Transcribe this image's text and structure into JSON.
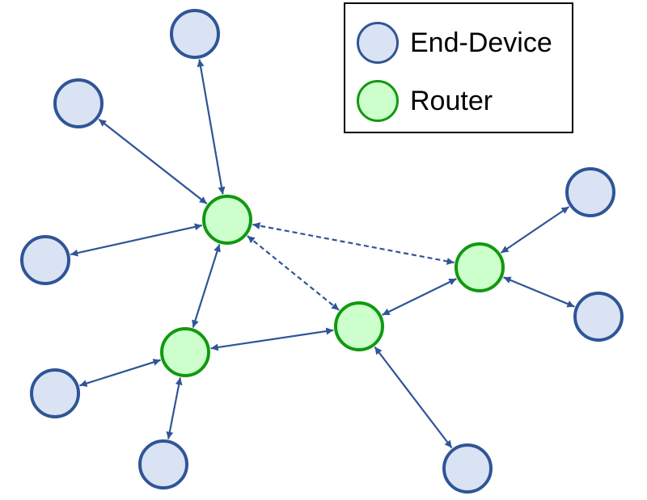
{
  "colors": {
    "end_device_fill": "#dae3f3",
    "end_device_stroke": "#2f5597",
    "router_fill": "#ccffcc",
    "router_stroke": "#119911",
    "link": "#2f5597"
  },
  "legend": {
    "items": [
      {
        "label": "End-Device",
        "kind": "end-device"
      },
      {
        "label": "Router",
        "kind": "router"
      }
    ]
  },
  "nodes": [
    {
      "id": "R1",
      "kind": "router"
    },
    {
      "id": "R2",
      "kind": "router"
    },
    {
      "id": "R3",
      "kind": "router"
    },
    {
      "id": "R4",
      "kind": "router"
    },
    {
      "id": "E1",
      "kind": "end-device"
    },
    {
      "id": "E2",
      "kind": "end-device"
    },
    {
      "id": "E3",
      "kind": "end-device"
    },
    {
      "id": "E4",
      "kind": "end-device"
    },
    {
      "id": "E5",
      "kind": "end-device"
    },
    {
      "id": "E6",
      "kind": "end-device"
    },
    {
      "id": "E7",
      "kind": "end-device"
    },
    {
      "id": "E8",
      "kind": "end-device"
    },
    {
      "id": "E9",
      "kind": "end-device"
    }
  ],
  "links": [
    {
      "from": "R1",
      "to": "E1",
      "style": "solid"
    },
    {
      "from": "R1",
      "to": "E2",
      "style": "solid"
    },
    {
      "from": "R1",
      "to": "E3",
      "style": "solid"
    },
    {
      "from": "R1",
      "to": "R2",
      "style": "solid"
    },
    {
      "from": "R1",
      "to": "R4",
      "style": "dashed"
    },
    {
      "from": "R1",
      "to": "R3",
      "style": "dashed"
    },
    {
      "from": "R2",
      "to": "E4",
      "style": "solid"
    },
    {
      "from": "R2",
      "to": "E5",
      "style": "solid"
    },
    {
      "from": "R2",
      "to": "R3",
      "style": "solid"
    },
    {
      "from": "R3",
      "to": "R4",
      "style": "solid"
    },
    {
      "from": "R3",
      "to": "E6",
      "style": "solid"
    },
    {
      "from": "R4",
      "to": "E7",
      "style": "solid"
    },
    {
      "from": "R4",
      "to": "E8",
      "style": "solid"
    }
  ]
}
